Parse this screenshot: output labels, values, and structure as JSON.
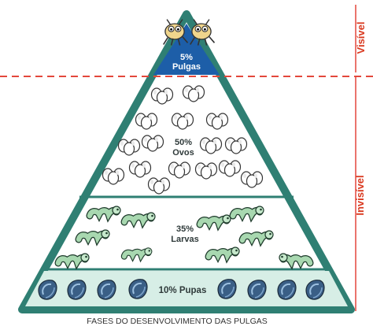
{
  "diagram": {
    "caption": "FASES DO DESENVOLVIMENTO DAS PULGAS",
    "side_labels": {
      "top": "Visível",
      "bottom": "Invisível"
    },
    "levels": [
      {
        "id": "pulgas",
        "percent": "5%",
        "name": "Pulgas"
      },
      {
        "id": "ovos",
        "percent": "50%",
        "name": "Ovos"
      },
      {
        "id": "larvas",
        "percent": "35%",
        "name": "Larvas"
      },
      {
        "id": "pupas",
        "label": "10% Pupas"
      }
    ],
    "colors": {
      "pyramid_border": "#2f7f73",
      "pyramid_fill": "#ffffff",
      "apex_fill": "#1d5ea8",
      "divider_line": "#e3473b",
      "side_text": "#d9391f",
      "larva": "#a8d8b0",
      "pupa": "#3a5f86"
    },
    "icons": [
      "flea-icon",
      "egg-cluster-icon",
      "larva-icon",
      "pupa-icon"
    ]
  }
}
